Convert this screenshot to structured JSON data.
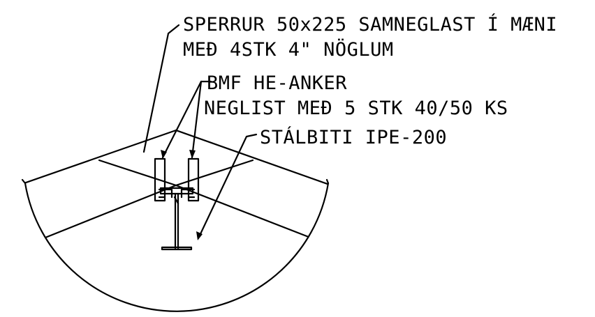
{
  "labels": {
    "rafters_line1": "SPERRUR 50x225 SAMNEGLAST Í MÆNI",
    "rafters_line2": "MEÐ 4STK 4\" NÖGLUM",
    "anchor_line1": "BMF HE-ANKER",
    "anchor_line2": "NEGLIST MEÐ 5 STK 40/50 KS",
    "beam_line1": "STÁLBITI IPE-200"
  }
}
